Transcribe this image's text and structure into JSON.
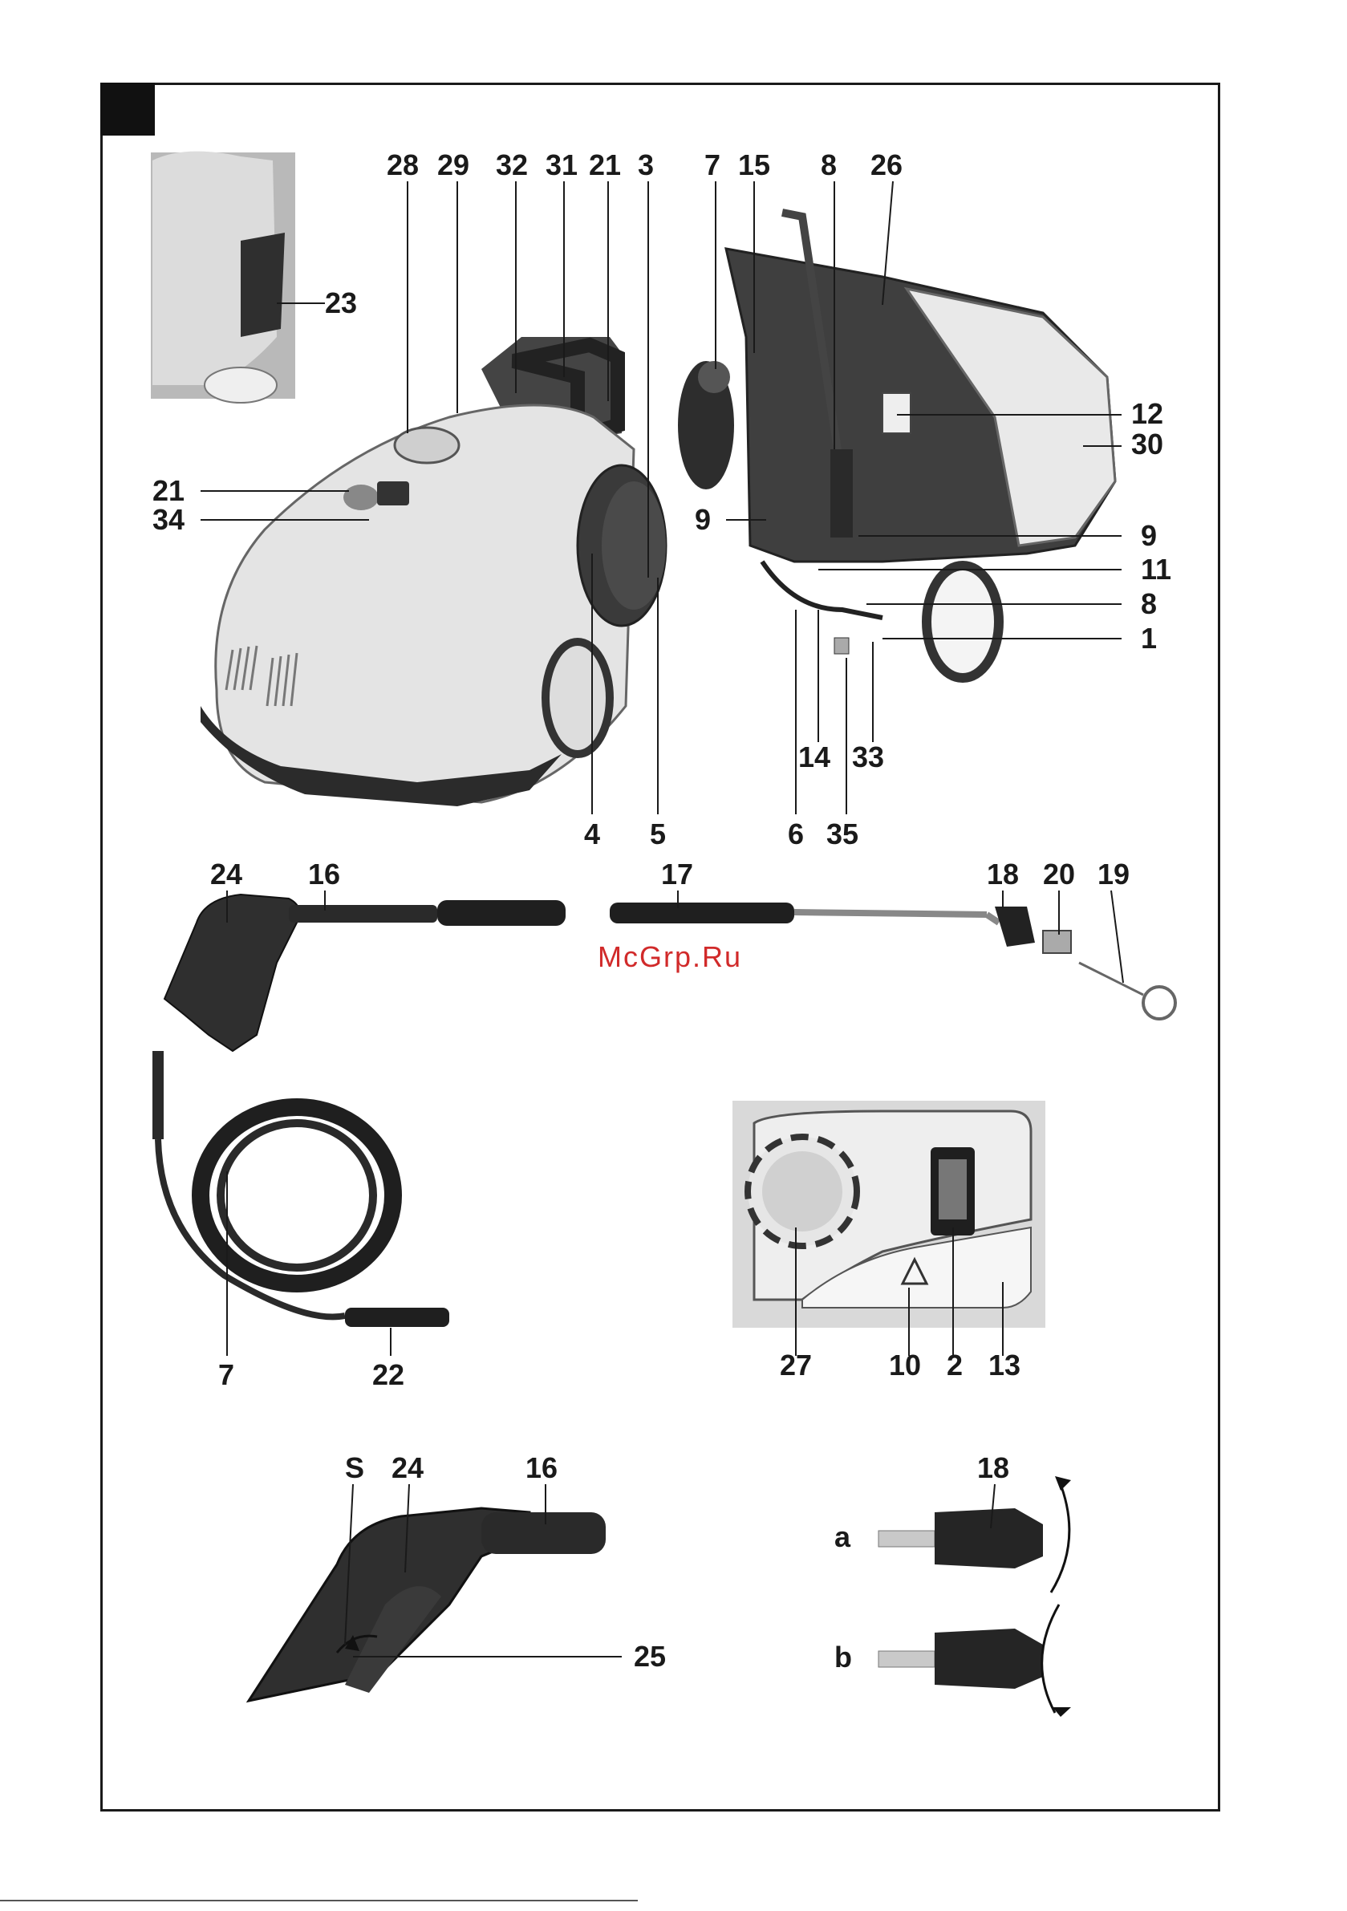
{
  "watermark": "McGrp.Ru",
  "figure_marker": "",
  "callouts": {
    "n28": "28",
    "n29": "29",
    "n32": "32",
    "n31": "31",
    "n21a": "21",
    "n3": "3",
    "n7a": "7",
    "n15": "15",
    "n8a": "8",
    "n26": "26",
    "n23": "23",
    "n21b": "21",
    "n34": "34",
    "n12": "12",
    "n30": "30",
    "n9a": "9",
    "n9b": "9",
    "n11": "11",
    "n8b": "8",
    "n1": "1",
    "n14": "14",
    "n33": "33",
    "n4": "4",
    "n5": "5",
    "n6": "6",
    "n35": "35",
    "n24a": "24",
    "n16a": "16",
    "n17": "17",
    "n18a": "18",
    "n20": "20",
    "n19": "19",
    "n7b": "7",
    "n22": "22",
    "n27": "27",
    "n10": "10",
    "n2": "2",
    "n13": "13",
    "nS": "S",
    "n24b": "24",
    "n16b": "16",
    "n25": "25",
    "n18b": "18",
    "na": "a",
    "nb": "b"
  }
}
